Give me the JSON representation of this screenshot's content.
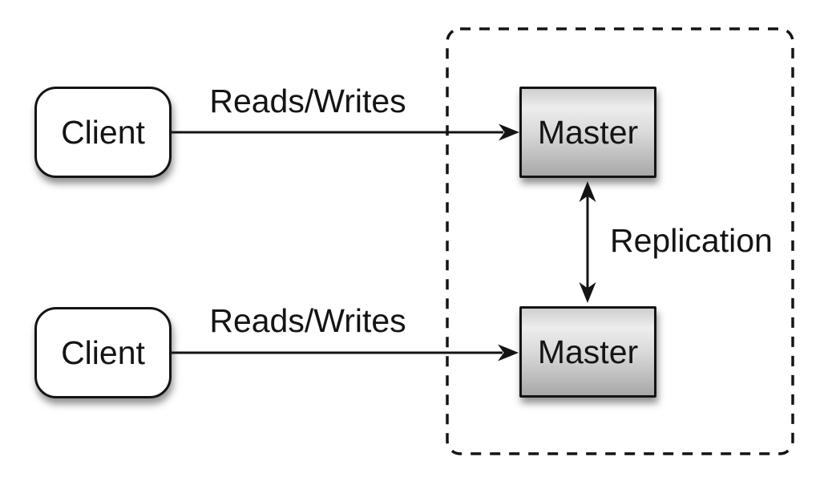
{
  "diagram": {
    "kind": "replication-topology",
    "nodes": {
      "client1": {
        "label": "Client",
        "shape": "rounded-rect",
        "fill": "#ffffff"
      },
      "client2": {
        "label": "Client",
        "shape": "rounded-rect",
        "fill": "#ffffff"
      },
      "master1": {
        "label": "Master",
        "shape": "rect",
        "fill": "gray-gradient"
      },
      "master2": {
        "label": "Master",
        "shape": "rect",
        "fill": "gray-gradient"
      }
    },
    "edges": {
      "rw_top": {
        "label": "Reads/Writes",
        "from": "client1",
        "to": "master1",
        "arrows": "forward"
      },
      "rw_bottom": {
        "label": "Reads/Writes",
        "from": "client2",
        "to": "master2",
        "arrows": "forward"
      },
      "replication": {
        "label": "Replication",
        "from": "master1",
        "to": "master2",
        "arrows": "both"
      }
    },
    "boundary": {
      "style": "dashed-rounded-rect",
      "contains": [
        "master1",
        "master2"
      ]
    },
    "colors": {
      "background": "#ffffff",
      "stroke": "#141414",
      "master_gradient_light": "#ededed",
      "master_gradient_dark": "#a8a8a8",
      "node_fill": "#ffffff"
    }
  }
}
